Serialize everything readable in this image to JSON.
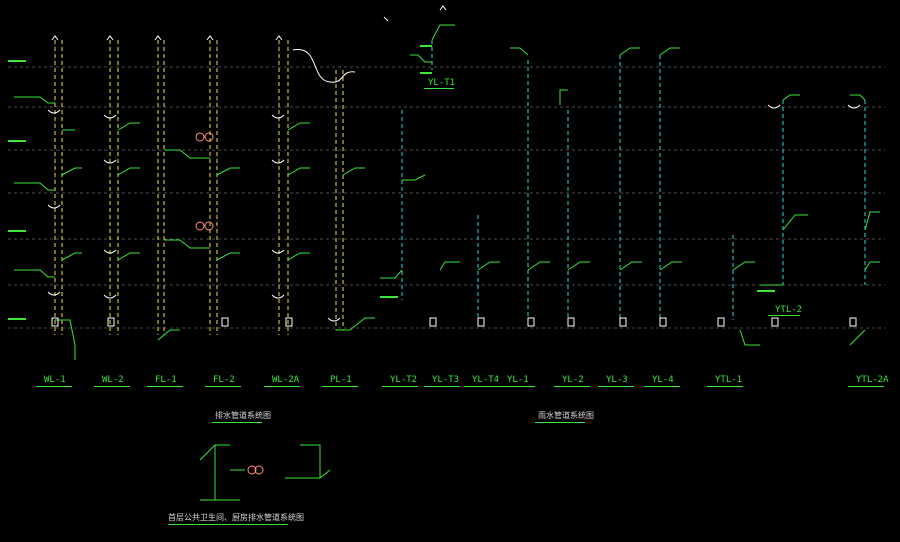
{
  "colors": {
    "background": "#000000",
    "drain_riser": "#f2e23a",
    "rain_riser": "#33d6d6",
    "branch": "#39e639",
    "level_line": "#9a9a9a",
    "fixture": "#ffffff",
    "floor_drain_marker": "#ff8c78"
  },
  "riser_labels": [
    {
      "id": "WL-1",
      "text": "WL-1"
    },
    {
      "id": "WL-2",
      "text": "WL-2"
    },
    {
      "id": "FL-1",
      "text": "FL-1"
    },
    {
      "id": "FL-2",
      "text": "FL-2"
    },
    {
      "id": "WL-2A",
      "text": "WL-2A"
    },
    {
      "id": "PL-1",
      "text": "PL-1"
    },
    {
      "id": "YL-T2",
      "text": "YL-T2"
    },
    {
      "id": "YL-T3",
      "text": "YL-T3"
    },
    {
      "id": "YL-T4",
      "text": "YL-T4"
    },
    {
      "id": "YL-1",
      "text": "YL-1"
    },
    {
      "id": "YL-2",
      "text": "YL-2"
    },
    {
      "id": "YL-3",
      "text": "YL-3"
    },
    {
      "id": "YL-4",
      "text": "YL-4"
    },
    {
      "id": "YTL-1",
      "text": "YTL-1"
    },
    {
      "id": "YTL-2A",
      "text": "YTL-2A"
    }
  ],
  "top_labels": {
    "YL-T1": "YL-T1",
    "YTL-2": "YTL-2"
  },
  "captions": {
    "drainage_system": "排水管道系统图",
    "rain_system": "雨水管道系统图",
    "bathroom_detail": "首层公共卫生间、厨房排水管道系统图"
  }
}
